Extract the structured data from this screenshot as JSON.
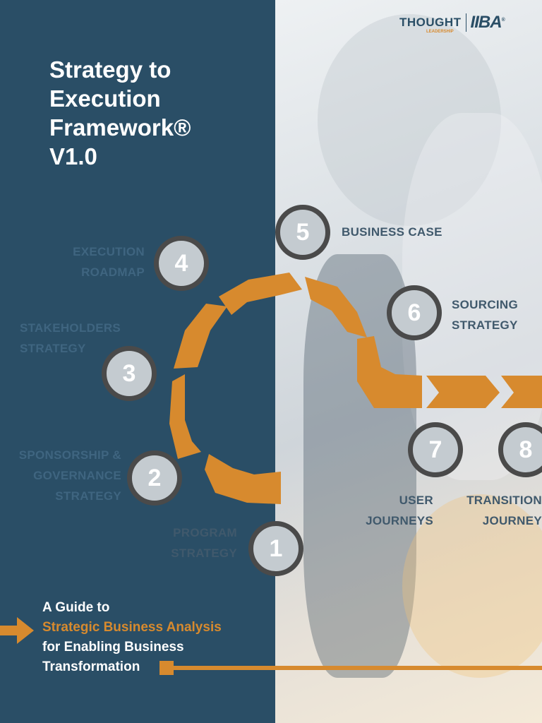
{
  "logo": {
    "thought": "THOUGHT",
    "thought_sub": "LEADERSHIP",
    "iiba": "IIBA",
    "iiba_mark": "®"
  },
  "title": {
    "line1": "Strategy to",
    "line2": "Execution",
    "line3": "Framework®",
    "line4": "V1.0"
  },
  "steps": [
    {
      "number": "1",
      "line1": "PROGRAM",
      "line2": "STRATEGY"
    },
    {
      "number": "2",
      "line1": "SPONSORSHIP &",
      "line2": "GOVERNANCE",
      "line3": "STRATEGY"
    },
    {
      "number": "3",
      "line1": "STAKEHOLDERS",
      "line2": "STRATEGY"
    },
    {
      "number": "4",
      "line1": "EXECUTION",
      "line2": "ROADMAP"
    },
    {
      "number": "5",
      "line1": "BUSINESS CASE"
    },
    {
      "number": "6",
      "line1": "SOURCING",
      "line2": "STRATEGY"
    },
    {
      "number": "7",
      "line1": "USER",
      "line2": "JOURNEYS"
    },
    {
      "number": "8",
      "line1": "TRANSITION",
      "line2": "JOURNEY"
    }
  ],
  "subtitle": {
    "line1": "A Guide to",
    "line2": "Strategic Business Analysis",
    "line3": "for Enabling Business",
    "line4": "Transformation"
  },
  "colors": {
    "navy": "#2a4e66",
    "orange": "#d78a2e",
    "circle_fill": "#c4cbd0",
    "circle_ring": "#4a4a4a"
  }
}
